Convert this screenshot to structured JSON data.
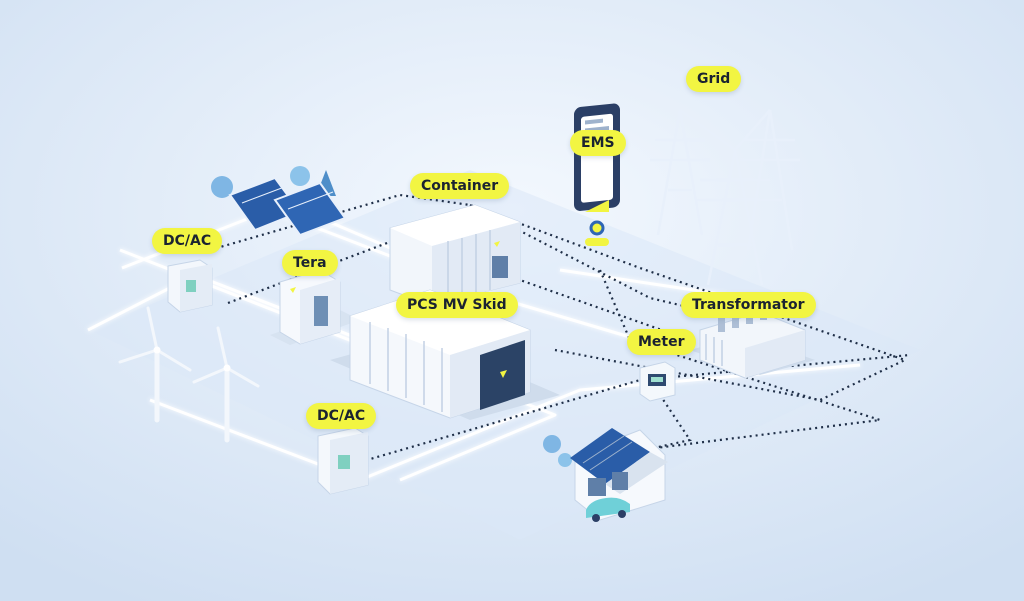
{
  "colors": {
    "label_bg": "#f2f542",
    "label_text": "#1b2331",
    "background": "#e3eefb",
    "line": "#ffffff",
    "dotted": "#1f2f48",
    "accent": "#f2f542"
  },
  "labels": {
    "grid": "Grid",
    "ems": "EMS",
    "container": "Container",
    "dcac_top": "DC/AC",
    "tera": "Tera",
    "pcs_mv_skid": "PCS MV Skid",
    "transformator": "Transformator",
    "meter": "Meter",
    "dcac_bottom": "DC/AC"
  }
}
